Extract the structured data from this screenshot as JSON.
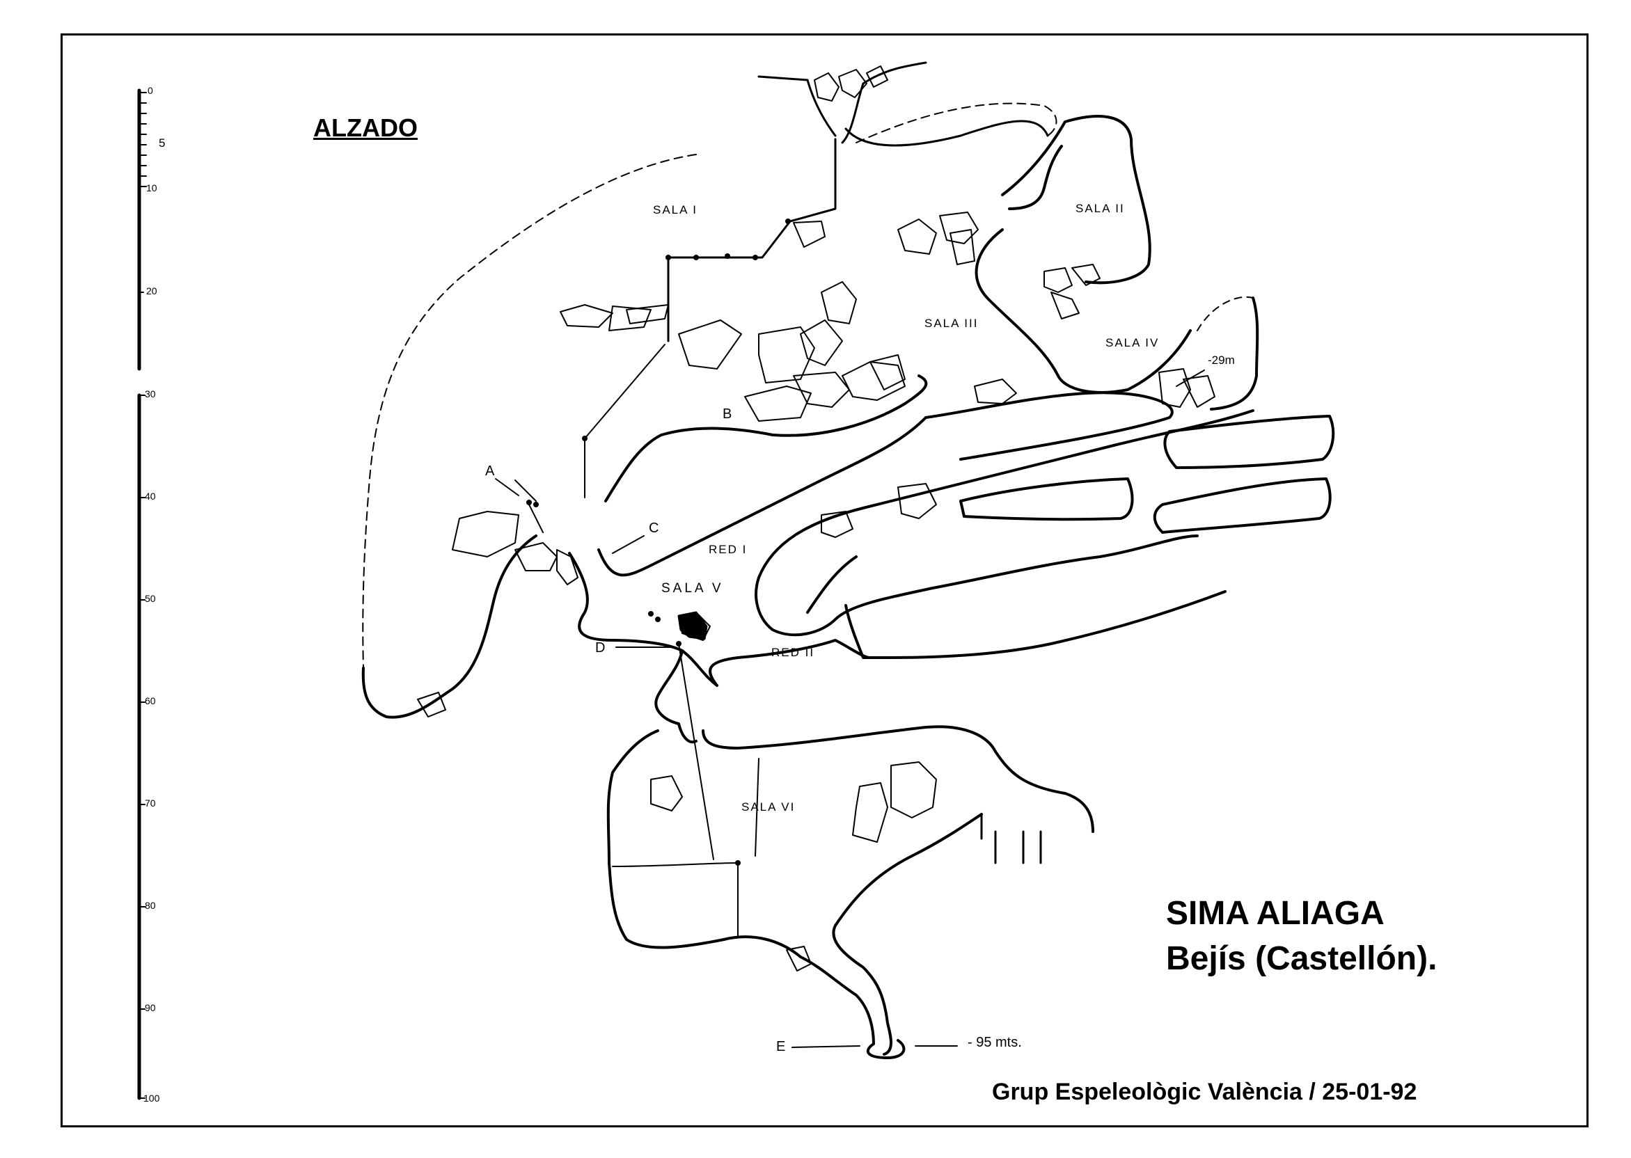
{
  "view_label": "ALZADO",
  "title": "SIMA ALIAGA",
  "subtitle": "Bejís (Castellón).",
  "credit": "Grup Espeleològic València  /  25-01-92",
  "depth_scale": {
    "ticks": [
      "0",
      "5",
      "10",
      "20",
      "30",
      "40",
      "50",
      "60",
      "70",
      "80",
      "90",
      "100"
    ]
  },
  "chambers": {
    "sala_1": "SALA I",
    "sala_2": "SALA II",
    "sala_3": "SALA III",
    "sala_4": "SALA IV",
    "sala_5": "SALA V",
    "sala_6": "SALA VI",
    "red_1": "RED I",
    "red_2": "RED II"
  },
  "points": {
    "a": "A",
    "b": "B",
    "c": "C",
    "d": "D",
    "e": "E"
  },
  "depth_marks": {
    "m29": "-29m",
    "m95": "- 95 mts."
  },
  "colors": {
    "ink": "#000000",
    "paper": "#ffffff"
  }
}
